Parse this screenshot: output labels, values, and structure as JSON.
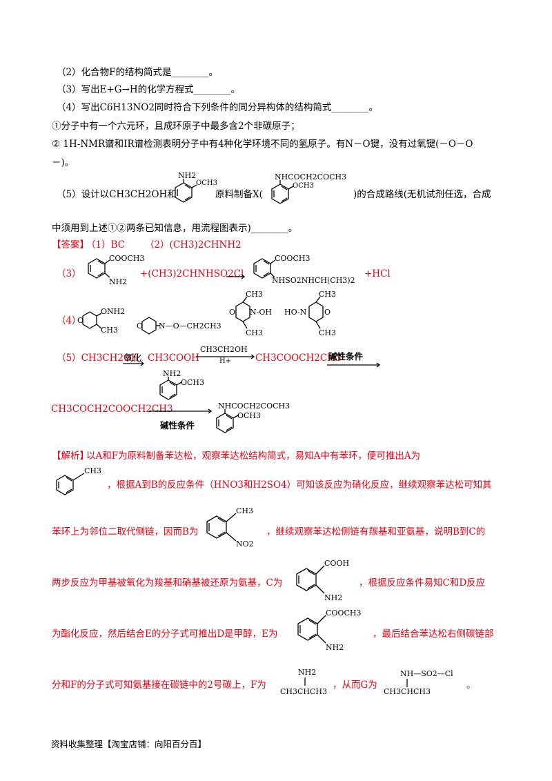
{
  "questions": {
    "q2": "（2）化合物F的结构简式是________。",
    "q3": "（3）写出E+G→H的化学方程式________。",
    "q4": "（4）写出C6H13NO2同时符合下列条件的同分异构体的结构简式________。",
    "cond1": "①分子中有一个六元环，且成环原子中最多含2个非碳原子；",
    "cond2a": "② 1H-NMR谱和IR谱检测表明分子中有4种化学环境不同的氢原子。有N－O键，没有过氧键(－O－O",
    "cond2b": "－)。",
    "q5a": "（5）设计以CH3CH2OH和",
    "q5b": "原料制备X(",
    "q5c": ")的合成路线(无机试剂任选，合成",
    "q5d": "中须用到上述①②两条已知信息，用流程图表示)________。"
  },
  "answer": {
    "label": "【答案】",
    "a1": "（1）BC",
    "a2": "（2）(CH3)2CHNH2",
    "a3_prefix": "（3）",
    "a3_reagent": "+(CH3)2CHNHSO2Cl",
    "a3_product": "NHSO2NHCH(CH3)2",
    "a3_hcl": "+HCl",
    "a4_prefix": "（4）",
    "a5_prefix": "（5）CH3CH2OH",
    "a5_ox": "氧化",
    "a5_acid": "CH3COOH",
    "a5_etoh": "CH3CH2OH",
    "a5_h": "H+",
    "a5_ester": "CH3COOCH2CH3",
    "a5_base": "碱性条件",
    "a5_keto": "CH3COCH2COOCH2CH3",
    "a5_base2": "碱性条件"
  },
  "analysis": {
    "label": "【解析】",
    "p1": "以A和F为原料制备苯达松，观察苯达松结构简式，易知A中有苯环，便可推出A为",
    "p2": "，根据A到B的反应条件（HNO3和H2SO4）可知该反应为硝化反应，继续观察苯达松可知其",
    "p3a": "苯环上为邻位二取代侧链，因而B为",
    "p3b": "，继续观察苯达松侧链有羰基和亚氨基，说明B到C的",
    "p4a": "两步反应为甲基被氧化为羧基和硝基被还原为氨基，C为",
    "p4b": "，根据反应条件易知C和D反应",
    "p5a": "为酯化反应，然后结合E的分子式可推出D是甲醇，E为",
    "p5b": "，最后结合苯达松右侧碳链部",
    "p6a": "分和F的分子式可知氨基接在碳链中的2号碳上，F为",
    "p6b": "，从而G为",
    "p6c": "。"
  },
  "molecules": {
    "nh2": "NH2",
    "och3": "OCH3",
    "nhcoch2coch3": "NHCOCH2COCH3",
    "cooch3": "COOCH3",
    "ch3": "CH3",
    "no2": "NO2",
    "cooh": "COOH",
    "ch3chch3": "CH3CHCH3",
    "nh_so2_cl": "NH—SO2—Cl",
    "onh2": "ONH2",
    "o": "O",
    "n_o_ch2ch3": "N—O—CH2CH3",
    "n_oh": "N-OH",
    "ho_n": "HO-N"
  },
  "footer": "资料收集整理【淘宝店铺：向阳百分百】"
}
